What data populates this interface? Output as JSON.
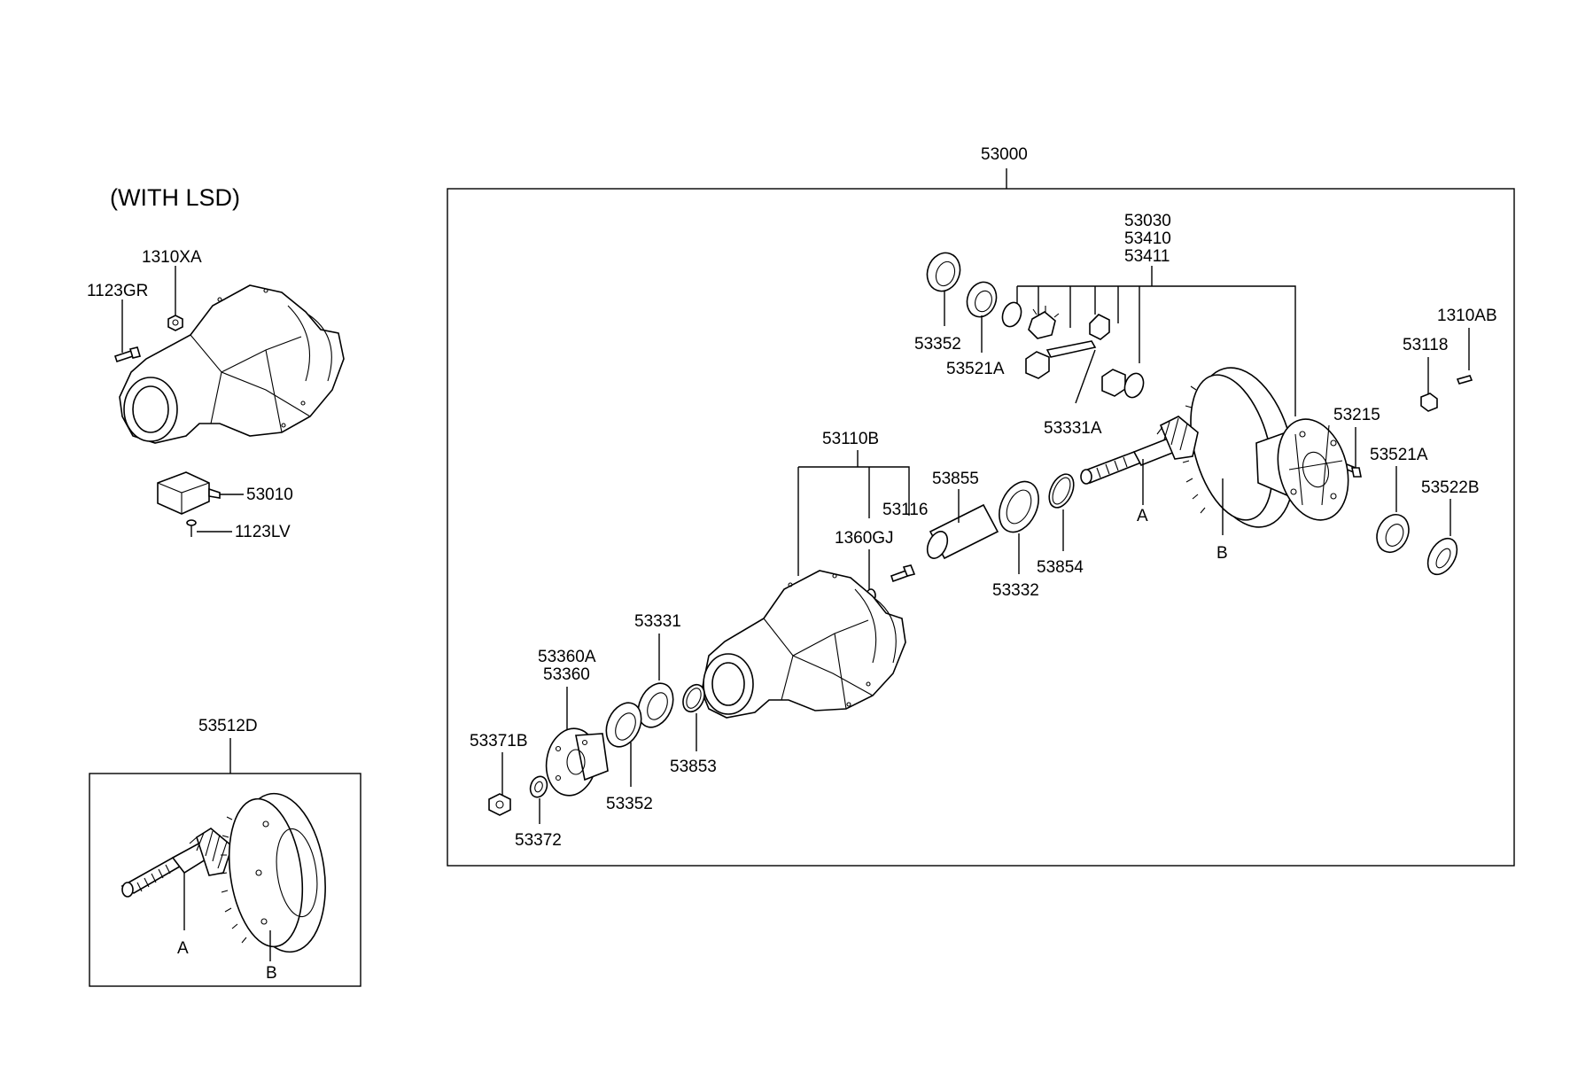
{
  "heading": "(WITH LSD)",
  "main_assembly": "53000",
  "lsd_parts": {
    "p1310XA": "1310XA",
    "p1123GR": "1123GR",
    "p53010": "53010",
    "p1123LV": "1123LV"
  },
  "gear_set": {
    "number": "53512D",
    "label_a": "A",
    "label_b": "B"
  },
  "parts": {
    "p53030": "53030",
    "p53410": "53410",
    "p53411": "53411",
    "p53352_top": "53352",
    "p53521A_top": "53521A",
    "p53331A": "53331A",
    "p1310AB": "1310AB",
    "p53118": "53118",
    "p53215": "53215",
    "p53521A_right": "53521A",
    "p53522B": "53522B",
    "p53110B": "53110B",
    "p53855": "53855",
    "p53116": "53116",
    "p1360GJ": "1360GJ",
    "p53332": "53332",
    "p53854": "53854",
    "label_a": "A",
    "label_b": "B",
    "p53331": "53331",
    "p53360A": "53360A",
    "p53360": "53360",
    "p53371B": "53371B",
    "p53853": "53853",
    "p53352_bottom": "53352",
    "p53372": "53372"
  }
}
